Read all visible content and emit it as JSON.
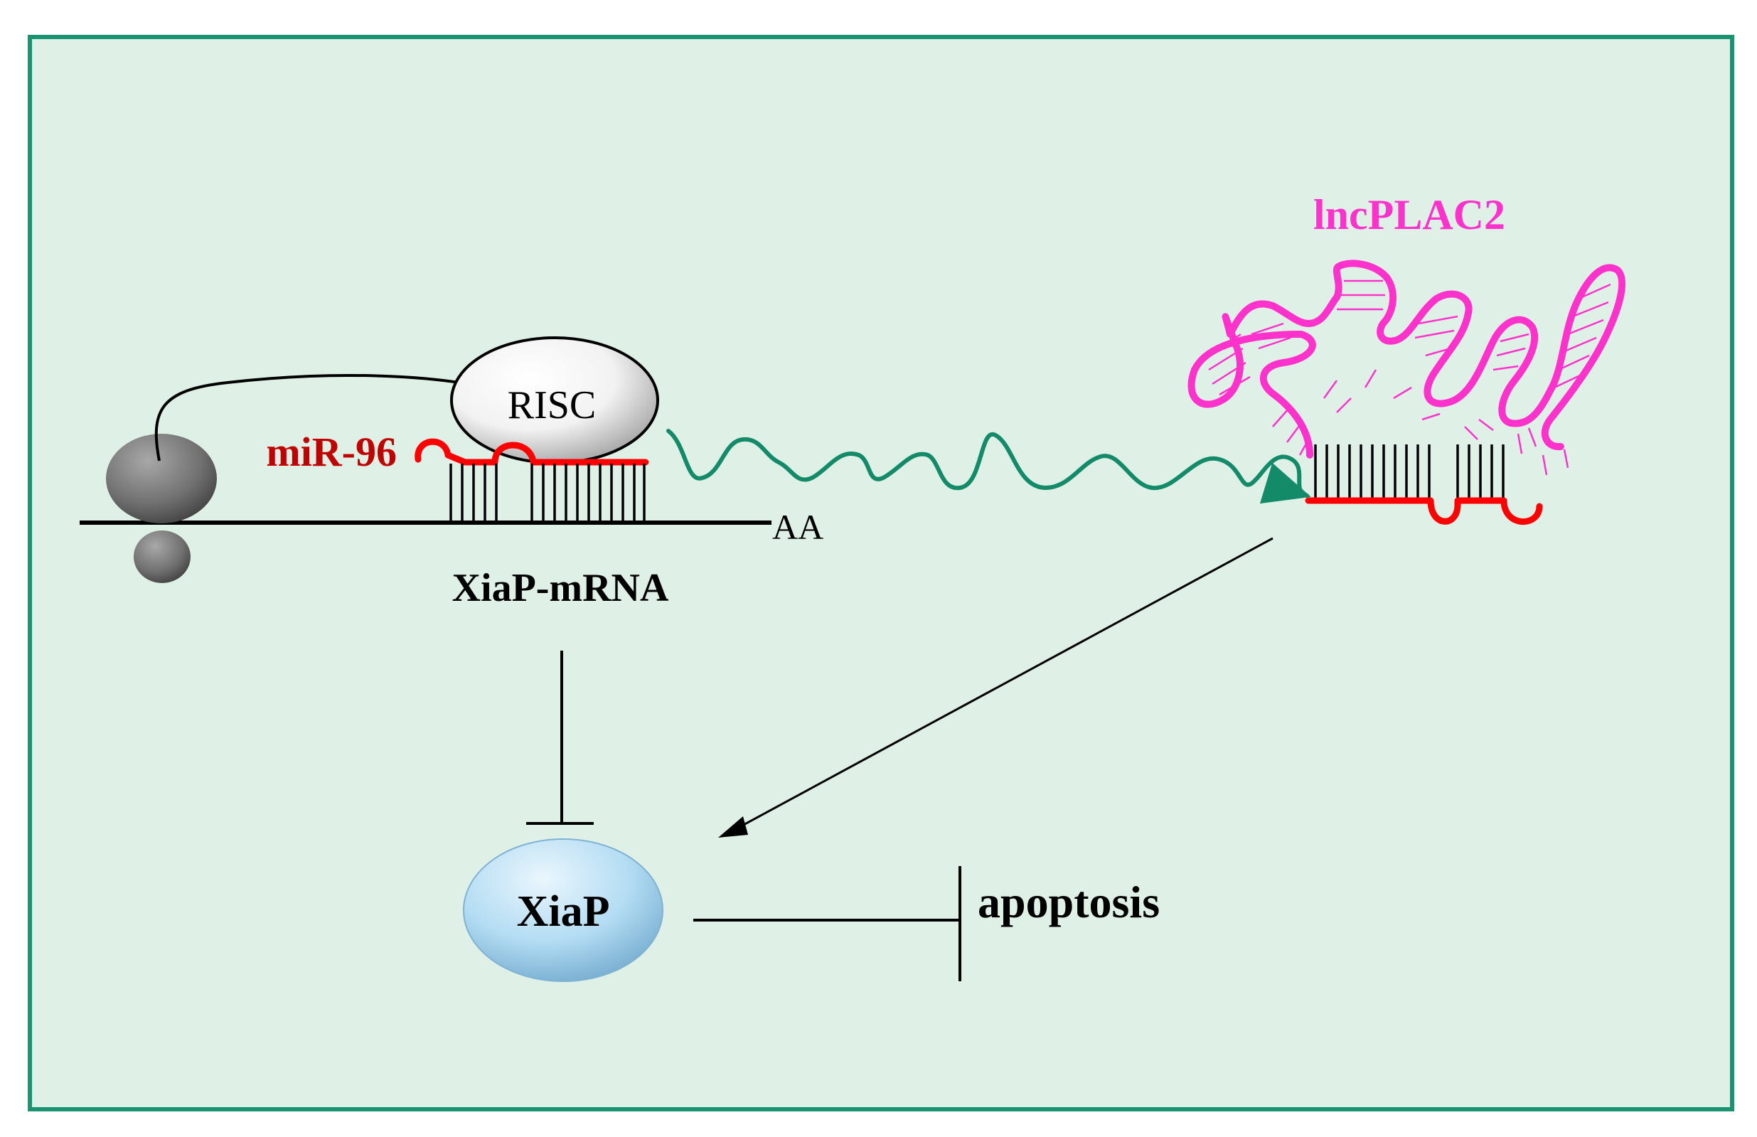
{
  "labels": {
    "risc": "RISC",
    "mirna": "miR-96",
    "poly_a": "AA",
    "mrna": "XiaP-mRNA",
    "lncrna": "lncPLAC2",
    "protein": "XiaP",
    "outcome": "apoptosis"
  },
  "colors": {
    "background": "#dff1e7",
    "frame": "#1a9470",
    "mirna": "#c00000",
    "mirna_strand": "#ff0000",
    "lncrna": "#ff33cc",
    "sponge_arrow": "#138a68",
    "line": "#000000",
    "protein_fill": "#a9d5ef"
  },
  "icons": {
    "ribosome": "ribosome-icon",
    "risc_complex": "risc-ellipse",
    "protein": "protein-ellipse"
  }
}
